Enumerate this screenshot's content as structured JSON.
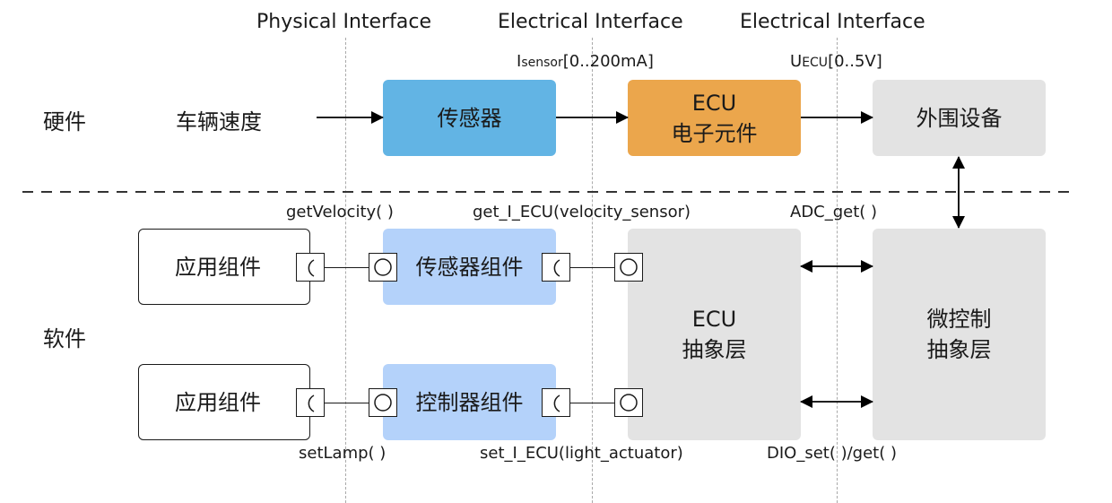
{
  "headers": {
    "physical": "Physical Interface",
    "electrical1": "Electrical Interface",
    "electrical2": "Electrical Interface"
  },
  "signals": {
    "isensor_main": "I",
    "isensor_sub": "sensor",
    "isensor_range": "[0..200mA]",
    "uecu_main": "U",
    "uecu_sub": "ECU",
    "uecu_range": "[0..5V]"
  },
  "rows": {
    "hardware": "硬件",
    "software": "软件"
  },
  "hardware": {
    "input": "车辆速度",
    "sensor": "传感器",
    "ecu_line1": "ECU",
    "ecu_line2": "电子元件",
    "peripheral": "外围设备"
  },
  "software": {
    "app1": "应用组件",
    "app2": "应用组件",
    "sensor_component": "传感器组件",
    "controller_component": "控制器组件",
    "ecu_layer_line1": "ECU",
    "ecu_layer_line2": "抽象层",
    "mcu_layer_line1": "微控制",
    "mcu_layer_line2": "抽象层"
  },
  "interfaces": {
    "get_velocity": "getVelocity( )",
    "get_i_ecu": "get_I_ECU(velocity_sensor)",
    "adc_get": "ADC_get( )",
    "set_lamp": "setLamp( )",
    "set_i_ecu": "set_I_ECU(light_actuator)",
    "dio_set_get": "DIO_set( )/get( )"
  },
  "colors": {
    "sensor_hw": "#62b4e4",
    "ecu_hw": "#eba64c",
    "gray_box": "#e3e3e3",
    "sw_component": "#b4d2fa"
  }
}
